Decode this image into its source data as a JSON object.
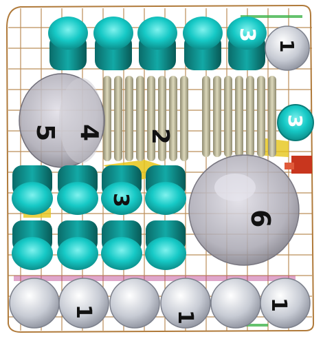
{
  "labels": {
    "mug": "3",
    "glass": "1",
    "plate": "2",
    "saucer": "4",
    "bowl_small": "5",
    "bowl_large": "6"
  },
  "colors": {
    "rack_wire": "#b07a3a",
    "mug": "#13c6c4",
    "mug_dark": "#0a7d7a",
    "plate": "#bdb99a",
    "glass": "#c8ccd6",
    "bowl": "#9c9aa6",
    "accent_yellow": "#e6c619",
    "accent_red": "#c8361e",
    "accent_green": "#3fb34a"
  }
}
